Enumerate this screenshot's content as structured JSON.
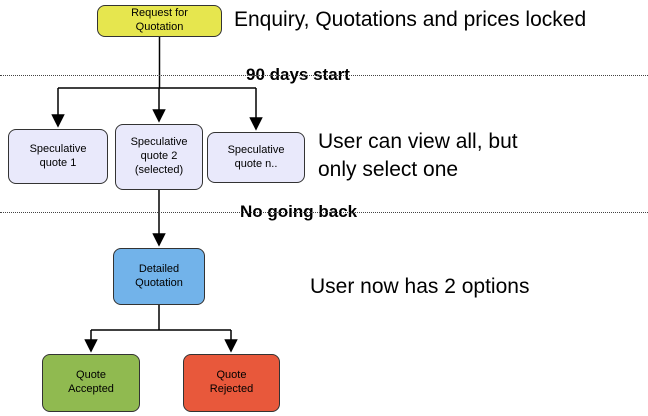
{
  "nodes": {
    "request": {
      "label": "Request for\nQuotation"
    },
    "spec1": {
      "label": "Speculative\nquote 1"
    },
    "spec2": {
      "label": "Speculative\nquote 2\n(selected)"
    },
    "specn": {
      "label": "Speculative\nquote n.."
    },
    "detailed": {
      "label": "Detailed\nQuotation"
    },
    "accepted": {
      "label": "Quote\nAccepted"
    },
    "rejected": {
      "label": "Quote\nRejected"
    }
  },
  "separators": {
    "first": {
      "label": "90 days start"
    },
    "second": {
      "label": "No going back"
    }
  },
  "annotations": {
    "top": "Enquiry, Quotations and prices locked",
    "middle": "User can view all, but\nonly select one",
    "bottom": "User now has 2 options"
  },
  "colors": {
    "request": "#e6e64e",
    "speculative": "#e9e9fb",
    "detailed": "#72b3ea",
    "accepted": "#90ba50",
    "rejected": "#e8583b",
    "line": "#000000"
  }
}
